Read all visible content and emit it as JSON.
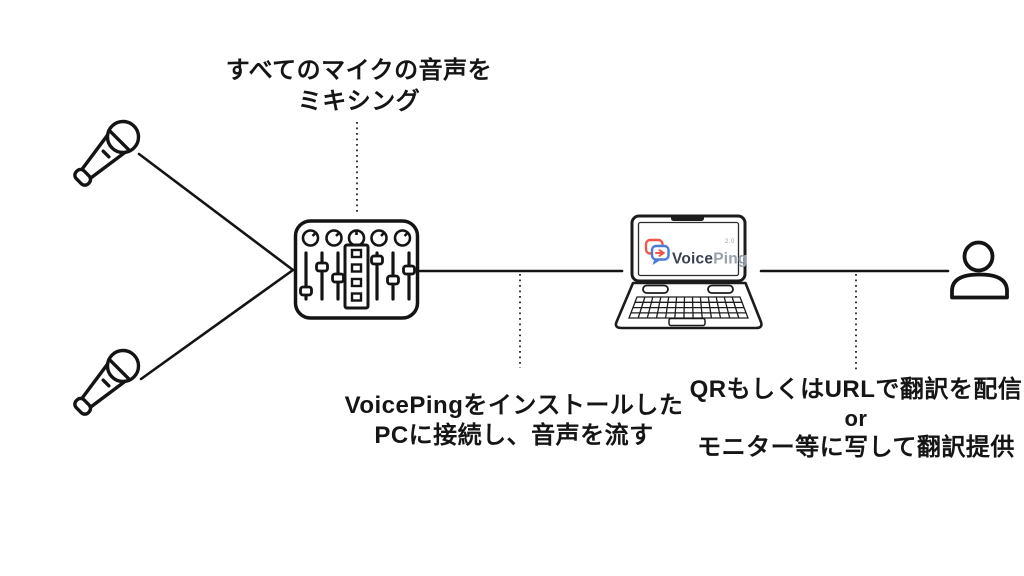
{
  "canvas": {
    "background": "#ffffff",
    "ink": "#141414"
  },
  "notes": {
    "mixing": {
      "line1": "すべてのマイクの音声を",
      "line2": "ミキシング"
    },
    "pc": {
      "line1": "VoicePingをインストールした",
      "line2": "PCに接続し、音声を流す"
    },
    "delivery": {
      "line1": "QRもしくはURLで翻訳を配信",
      "line2": "or",
      "line3": "モニター等に写して翻訳提供"
    }
  },
  "laptop_screen": {
    "brand": {
      "part1": "Voice",
      "part2": "Ping",
      "version": "2.0"
    },
    "colors": {
      "bubble_orange": "#ef574b",
      "bubble_blue": "#4a7cd8",
      "brand_dark": "#3a4252",
      "brand_gray": "#98a0ac"
    }
  },
  "icons": {
    "microphone_top": "microphone-icon",
    "microphone_bottom": "microphone-icon",
    "mixer": "audio-mixer-icon",
    "laptop": "laptop-icon",
    "person": "person-icon"
  }
}
